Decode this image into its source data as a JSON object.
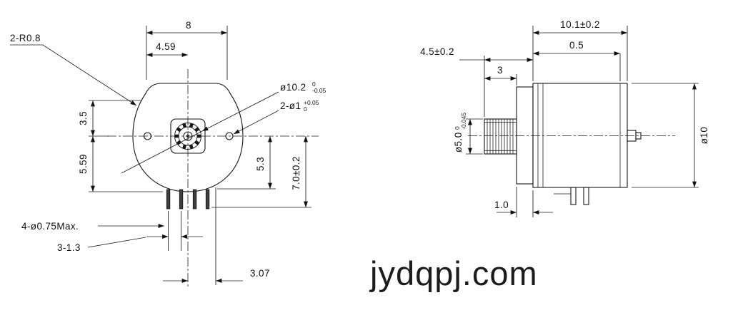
{
  "watermark": "jydqpj.com",
  "front_view": {
    "corner_radius_label": "2-R0.8",
    "top_width": "8",
    "top_offset": "4.59",
    "hub_dia": {
      "main": "ø10.2",
      "tol_upper": "0",
      "tol_lower": "-0.05"
    },
    "mount_holes": {
      "main": "2-ø1",
      "tol_upper": "+0.05",
      "tol_lower": "0"
    },
    "dim_upper_left": "3.5",
    "dim_lower_left": "5.59",
    "dim_right_inner": "5.3",
    "dim_right_outer": "7.0±0.2",
    "pins_label": "4-ø0.75Max.",
    "pin_pitch": "3-1.3",
    "pin_offset": "3.07"
  },
  "side_view": {
    "total_length": "10.1±0.2",
    "cap_thickness": "0.5",
    "shaft_length": "4.5±0.2",
    "gear_length": "3",
    "gear_dia": {
      "main": "ø5.0",
      "tol_upper": "0",
      "tol_lower": "-0.045"
    },
    "body_dia": "ø10",
    "flange_width": "1.0"
  }
}
